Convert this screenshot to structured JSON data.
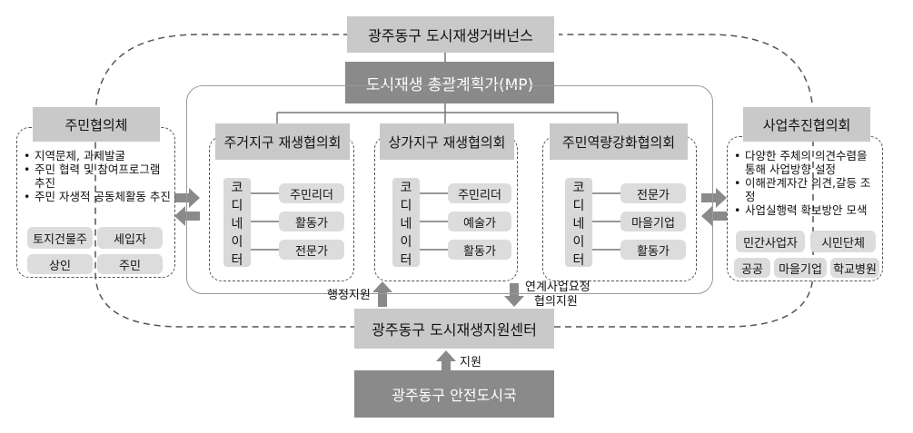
{
  "top_governance": "광주동구 도시재생거버넌스",
  "master_plan": "도시재생 총괄계획가(MP)",
  "councils": [
    {
      "title": "주거지구 재생협의회",
      "coordinator": [
        "코",
        "디",
        "네",
        "이",
        "터"
      ],
      "members": [
        "주민리더",
        "활동가",
        "전문가"
      ]
    },
    {
      "title": "상가지구 재생협의회",
      "coordinator": [
        "코",
        "디",
        "네",
        "이",
        "터"
      ],
      "members": [
        "주민리더",
        "예술가",
        "활동가"
      ]
    },
    {
      "title": "주민역량강화협의회",
      "coordinator": [
        "코",
        "디",
        "네",
        "이",
        "터"
      ],
      "members": [
        "전문가",
        "마을기업",
        "활동가"
      ]
    }
  ],
  "resident_council": {
    "title": "주민협의체",
    "bullets": [
      "지역문제, 과제발굴",
      "주민 협력 및 참여프로그램 추진",
      "주민 자생적 공동체활동 추진"
    ],
    "members_row1": [
      "토지건물주",
      "세입자"
    ],
    "members_row2": [
      "상인",
      "주민"
    ]
  },
  "business_council": {
    "title": "사업추진협의회",
    "bullets": [
      "다양한 주체의 의견수렴을 통해 사업방향 설정",
      "이해관계자간 의견,갈등 조정",
      "사업실행력 확보방안 모색"
    ],
    "members_row1": [
      "민간사업자",
      "시민단체"
    ],
    "members_row2": [
      "공공",
      "마을기업",
      "학교병원"
    ]
  },
  "support_center": "광주동구 도시재생지원센터",
  "city_bureau": "광주동구 안전도시국",
  "labels": {
    "admin_support": "행정지원",
    "linked_request_1": "연계사업요청",
    "linked_request_2": "협의지원",
    "support": "지원"
  },
  "colors": {
    "dark_box": "#8a8a8a",
    "title_box": "#c9c9c9",
    "pill": "#dcdcdc",
    "arrow": "#8a8a8a"
  }
}
